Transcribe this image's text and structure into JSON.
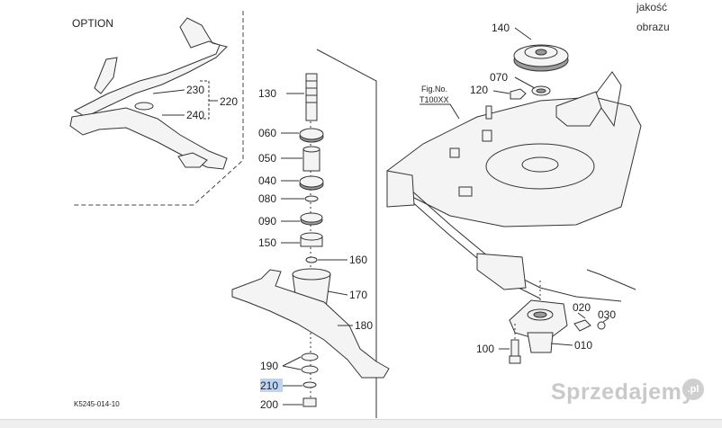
{
  "overlay": {
    "quality_line1": "jakość",
    "quality_line2": "obrazu",
    "watermark": "Sprzedajemy",
    "watermark_suffix": ".pl"
  },
  "diagram": {
    "option_title": "OPTION",
    "fig_no": "Fig.No.",
    "fig_ref": "T100XX",
    "drawing_code": "K5245-014-10",
    "selected_part": "210",
    "parts": [
      "220",
      "230",
      "240",
      "130",
      "060",
      "050",
      "040",
      "080",
      "090",
      "150",
      "160",
      "170",
      "180",
      "190",
      "210",
      "200",
      "140",
      "070",
      "120",
      "020",
      "030",
      "010",
      "100"
    ]
  }
}
